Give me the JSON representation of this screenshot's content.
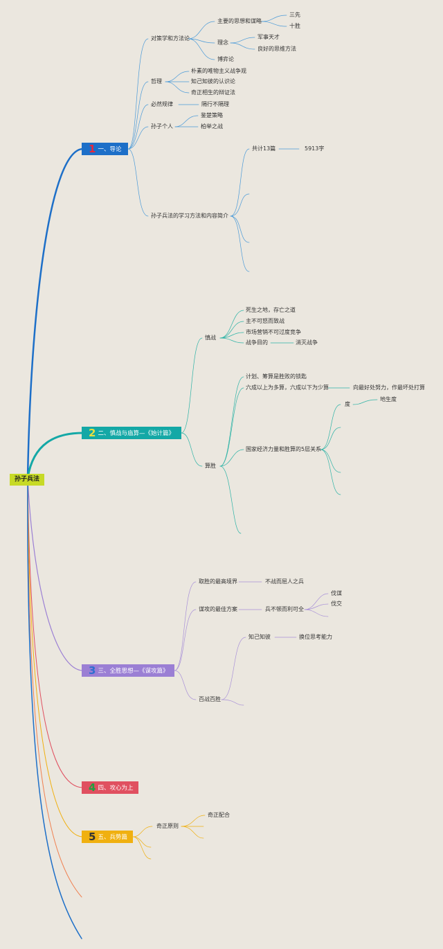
{
  "root": "孙子兵法",
  "b1": {
    "num": "1",
    "label": "一、导论",
    "c1": {
      "label": "对策学和方法论",
      "c1a": {
        "label": "主要的思想和谋略",
        "a": "三先",
        "b": "十胜"
      },
      "c1b": {
        "label": "理念",
        "a": "军事天才",
        "b": "良好的思维方法"
      },
      "c1c": "博弈论"
    },
    "c2": {
      "label": "哲理",
      "a": "朴素的唯物主义战争观",
      "b": "知己知彼的认识论",
      "c": "奇正相生的辩证法"
    },
    "c3": {
      "label": "必然规律",
      "a": "隔行不隔理"
    },
    "c4": {
      "label": "孙子个人",
      "a": "鉴楚策略",
      "b": "柏举之战"
    },
    "c5": {
      "label": "孙子兵法的学习方法和内容简介",
      "a": "共计13篇",
      "a1": "5913字"
    }
  },
  "b2": {
    "num": "2",
    "label": "二、慎战与庙算—《始计篇》",
    "c1": {
      "label": "慎战",
      "a": "死生之地，存亡之道",
      "b": "主不可怒而致战",
      "c": "市场营销不可过度竞争",
      "d": "战争目的",
      "d1": "消灭战争"
    },
    "c2": {
      "label": "算胜",
      "a": "计划、筹算是胜败的锁匙",
      "b": "六成以上为多算，六成以下为少算",
      "b1": "向最好处努力，作最坏处打算",
      "c": "国家经济力量和胜算的5层关系",
      "c1": "度",
      "c1a": "地生度"
    }
  },
  "b3": {
    "num": "3",
    "label": "三、全胜思想—《谋攻篇》",
    "c1": {
      "label": "取胜的最高境界",
      "a": "不战而屈人之兵"
    },
    "c2": {
      "label": "谋攻的最佳方案",
      "a": "兵不顿而利可全",
      "a1": "伐谋",
      "a2": "伐交"
    },
    "c3": {
      "label": "百战百胜",
      "a": "知己知彼",
      "a1": "换位思考能力"
    }
  },
  "b4": {
    "num": "4",
    "label": "四、攻心为上"
  },
  "b5": {
    "num": "5",
    "label": "五、兵势篇",
    "c1": {
      "label": "奇正原则",
      "a": "奇正配合"
    }
  },
  "colors": {
    "root": "#c7da26",
    "b1": "#1d6fc8",
    "b2": "#14a8a6",
    "b3": "#9b7fd4",
    "b4": "#e05060",
    "b5": "#f0b010"
  }
}
